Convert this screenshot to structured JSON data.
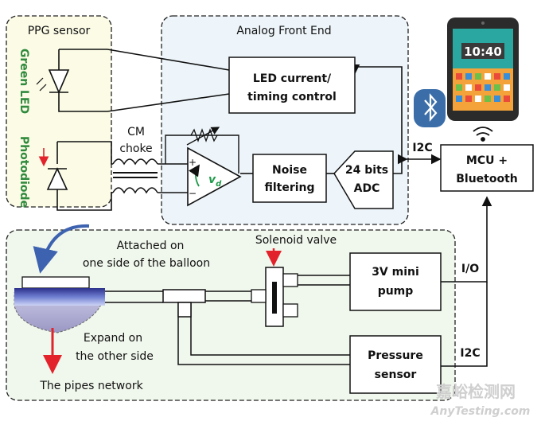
{
  "groups": {
    "ppg": "PPG sensor",
    "afe": "Analog Front End"
  },
  "labels": {
    "green_led": "Green LED",
    "photodiode": "Photodiode",
    "cm_choke_1": "CM",
    "cm_choke_2": "choke",
    "led_ctrl_1": "LED current/",
    "led_ctrl_2": "timing control",
    "noise_1": "Noise",
    "noise_2": "filtering",
    "adc_1": "24 bits",
    "adc_2": "ADC",
    "vd": "v",
    "vd_sub": "d",
    "plus": "+",
    "minus": "−",
    "i2c_top": "I2C",
    "mcu_1": "MCU +",
    "mcu_2": "Bluetooth",
    "phone_time": "10:40",
    "attached_1": "Attached on",
    "attached_2": "one side of the balloon",
    "solenoid": "Solenoid valve",
    "pump_1": "3V mini",
    "pump_2": "pump",
    "io": "I/O",
    "expand_1": "Expand on",
    "expand_2": "the other side",
    "pipes": "The pipes network",
    "pressure_1": "Pressure",
    "pressure_2": "sensor",
    "i2c_bottom": "I2C",
    "watermark_cn": "嘉峪检测网",
    "watermark_en": "AnyTesting.com"
  },
  "colors": {
    "ppg_fill": "#fbfbe6",
    "afe_fill": "#edf5fa",
    "bottom_fill": "#f0f7ec",
    "green_text": "#2f8a3c",
    "opamp_arrow": "#1f9a4a",
    "red_arrow": "#e2232b",
    "blue_arrow": "#3d63b0",
    "balloon_top": "#3b3f9a",
    "bluetooth_bg": "#3b6ea8"
  }
}
